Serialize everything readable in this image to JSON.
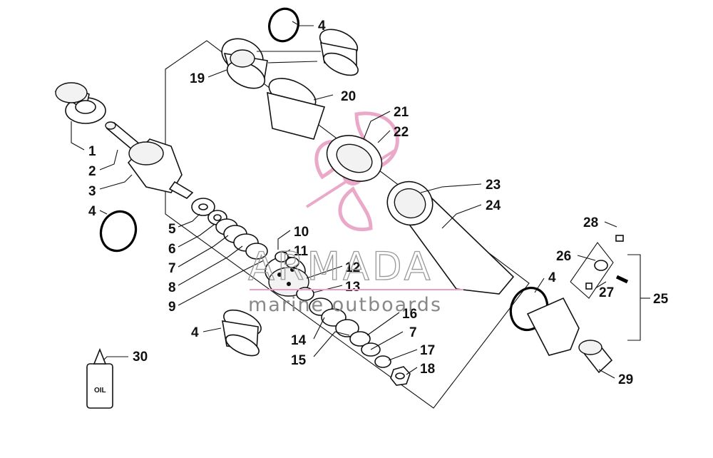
{
  "diagram": {
    "callouts": [
      {
        "id": "c1",
        "text": "1"
      },
      {
        "id": "c2",
        "text": "2"
      },
      {
        "id": "c3",
        "text": "3"
      },
      {
        "id": "c4a",
        "text": "4"
      },
      {
        "id": "c4b",
        "text": "4"
      },
      {
        "id": "c4c",
        "text": "4"
      },
      {
        "id": "c4d",
        "text": "4"
      },
      {
        "id": "c5",
        "text": "5"
      },
      {
        "id": "c6",
        "text": "6"
      },
      {
        "id": "c7a",
        "text": "7"
      },
      {
        "id": "c7b",
        "text": "7"
      },
      {
        "id": "c8",
        "text": "8"
      },
      {
        "id": "c9",
        "text": "9"
      },
      {
        "id": "c10",
        "text": "10"
      },
      {
        "id": "c11",
        "text": "11"
      },
      {
        "id": "c12",
        "text": "12"
      },
      {
        "id": "c13",
        "text": "13"
      },
      {
        "id": "c14",
        "text": "14"
      },
      {
        "id": "c15",
        "text": "15"
      },
      {
        "id": "c16",
        "text": "16"
      },
      {
        "id": "c17",
        "text": "17"
      },
      {
        "id": "c18",
        "text": "18"
      },
      {
        "id": "c19",
        "text": "19"
      },
      {
        "id": "c20",
        "text": "20"
      },
      {
        "id": "c21",
        "text": "21"
      },
      {
        "id": "c22",
        "text": "22"
      },
      {
        "id": "c23",
        "text": "23"
      },
      {
        "id": "c24",
        "text": "24"
      },
      {
        "id": "c25",
        "text": "25"
      },
      {
        "id": "c26",
        "text": "26"
      },
      {
        "id": "c27",
        "text": "27"
      },
      {
        "id": "c28",
        "text": "28"
      },
      {
        "id": "c29",
        "text": "29"
      },
      {
        "id": "c30",
        "text": "30"
      }
    ],
    "oil_label": "OIL"
  },
  "watermark": {
    "title": "ARMADA",
    "subtitle": "marine outboards",
    "logo_color": "#e8a0c4"
  }
}
